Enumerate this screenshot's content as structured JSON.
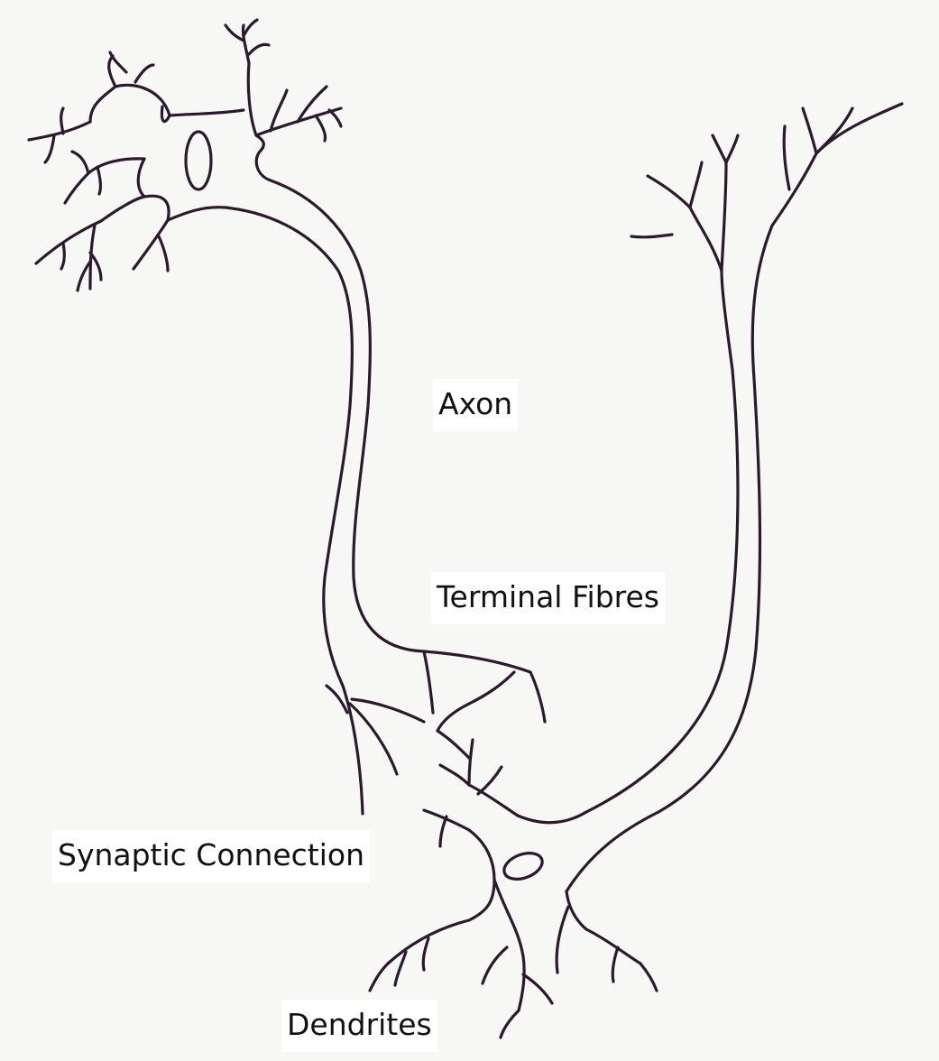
{
  "diagram": {
    "labels": {
      "axon": "Axon",
      "terminal_fibres": "Terminal Fibres",
      "synaptic_connection": "Synaptic Connection",
      "dendrites": "Dendrites"
    },
    "colors": {
      "ink": "#2b1a2c",
      "paper": "#f7f7f6",
      "label_background": "#ffffff",
      "text": "#111111"
    }
  }
}
